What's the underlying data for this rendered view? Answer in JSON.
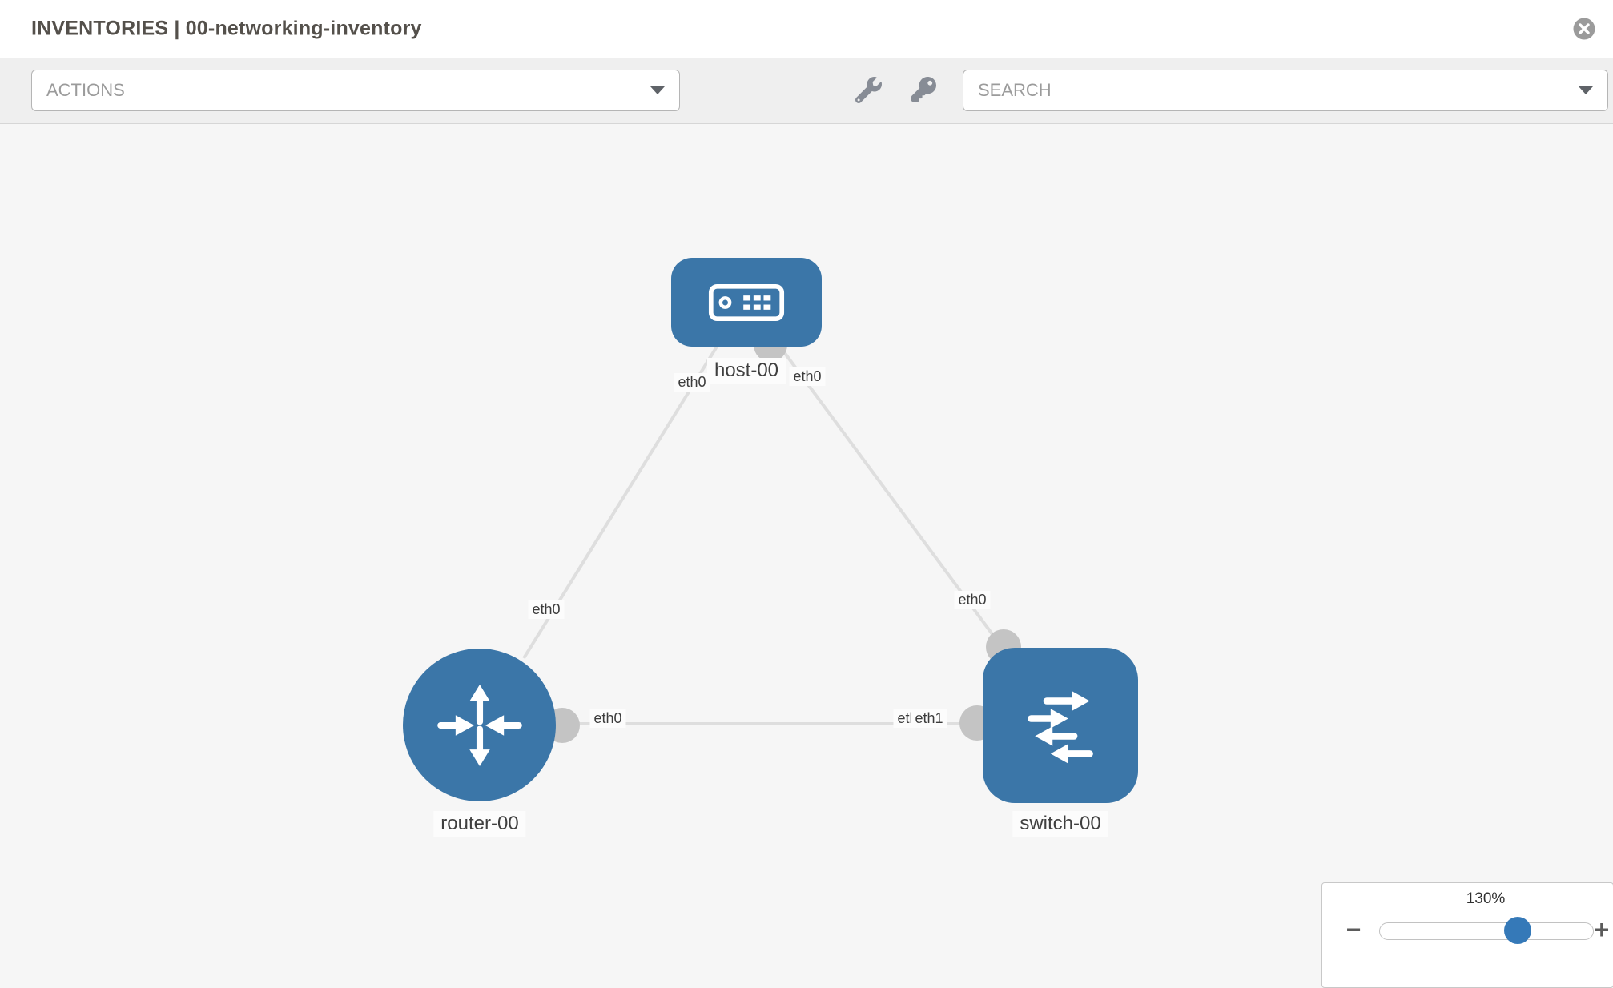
{
  "header": {
    "title": "INVENTORIES | 00-networking-inventory"
  },
  "toolbar": {
    "actions_label": "ACTIONS",
    "search_placeholder": "SEARCH"
  },
  "topology": {
    "nodes": [
      {
        "id": "host-00",
        "label": "host-00",
        "type": "host"
      },
      {
        "id": "router-00",
        "label": "router-00",
        "type": "router"
      },
      {
        "id": "switch-00",
        "label": "switch-00",
        "type": "switch"
      }
    ],
    "links": [
      {
        "source": "host-00",
        "target": "router-00",
        "source_interface": "eth0",
        "target_interface": "eth0"
      },
      {
        "source": "host-00",
        "target": "switch-00",
        "source_interface": "eth0",
        "target_interface": "eth0"
      },
      {
        "source": "router-00",
        "target": "switch-00",
        "source_interface": "eth0",
        "target_interface": "eth1"
      }
    ],
    "interface_labels": [
      {
        "text": "eth0"
      },
      {
        "text": "eth0"
      },
      {
        "text": "eth0"
      },
      {
        "text": "eth0"
      },
      {
        "text": "eth0"
      },
      {
        "text": "eth0"
      },
      {
        "text": "eth1"
      }
    ]
  },
  "zoom": {
    "level": "130%",
    "percent": 130,
    "minus_symbol": "−",
    "plus_symbol": "+"
  },
  "colors": {
    "node_blue": "#3b76a8",
    "link_gray": "#dedede",
    "port_gray": "#c4c4c4",
    "canvas_bg": "#f6f6f6",
    "toolbar_bg": "#efefef",
    "handle_blue": "#3579b8"
  }
}
